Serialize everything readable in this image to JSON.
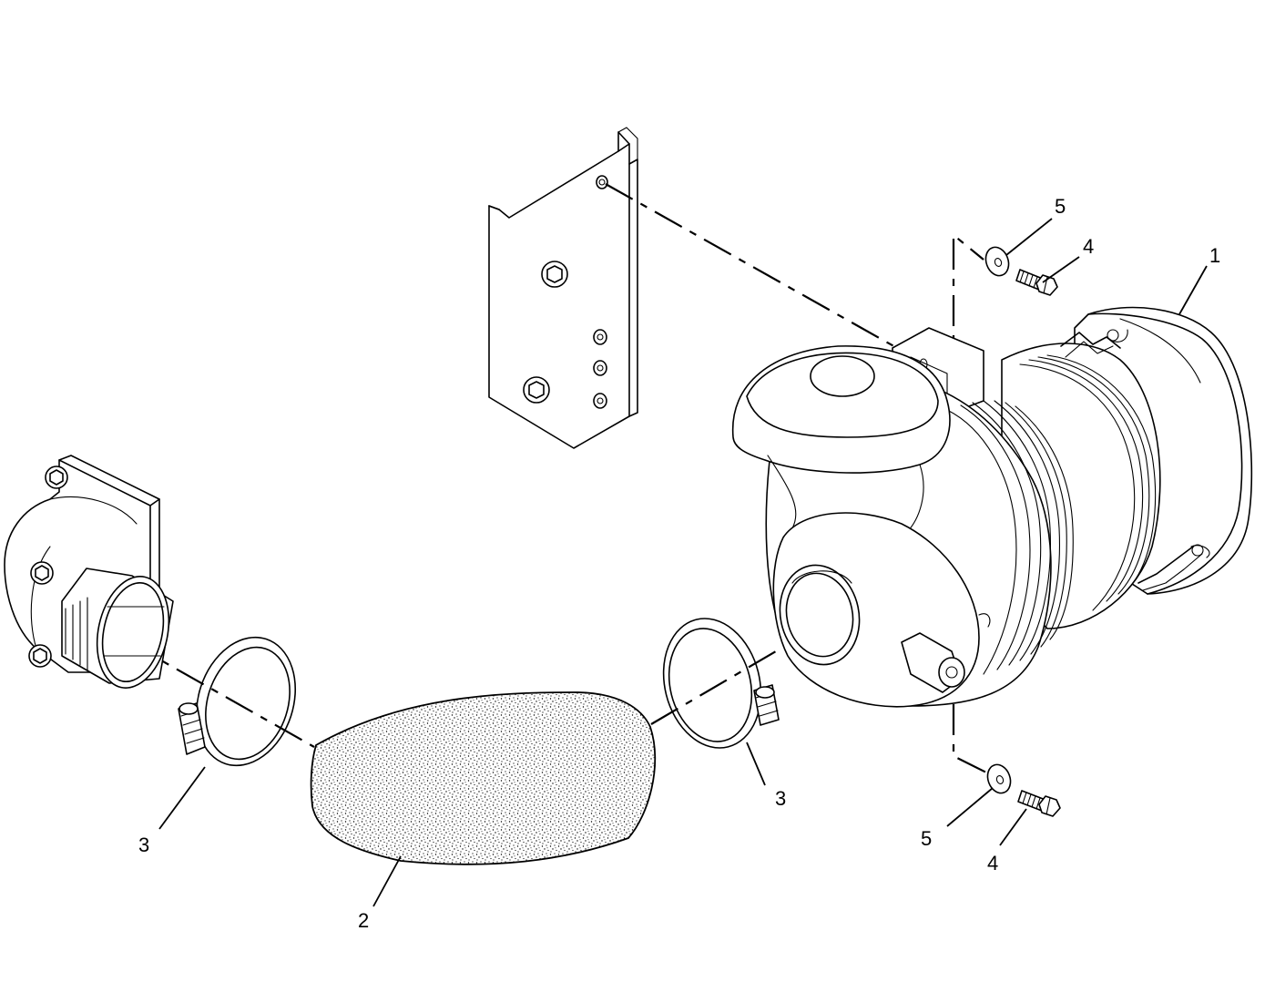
{
  "callouts": [
    {
      "id": "c1",
      "label": "1"
    },
    {
      "id": "c2",
      "label": "2"
    },
    {
      "id": "c3a",
      "label": "3"
    },
    {
      "id": "c3b",
      "label": "3"
    },
    {
      "id": "c4a",
      "label": "4"
    },
    {
      "id": "c4b",
      "label": "4"
    },
    {
      "id": "c5a",
      "label": "5"
    },
    {
      "id": "c5b",
      "label": "5"
    }
  ]
}
